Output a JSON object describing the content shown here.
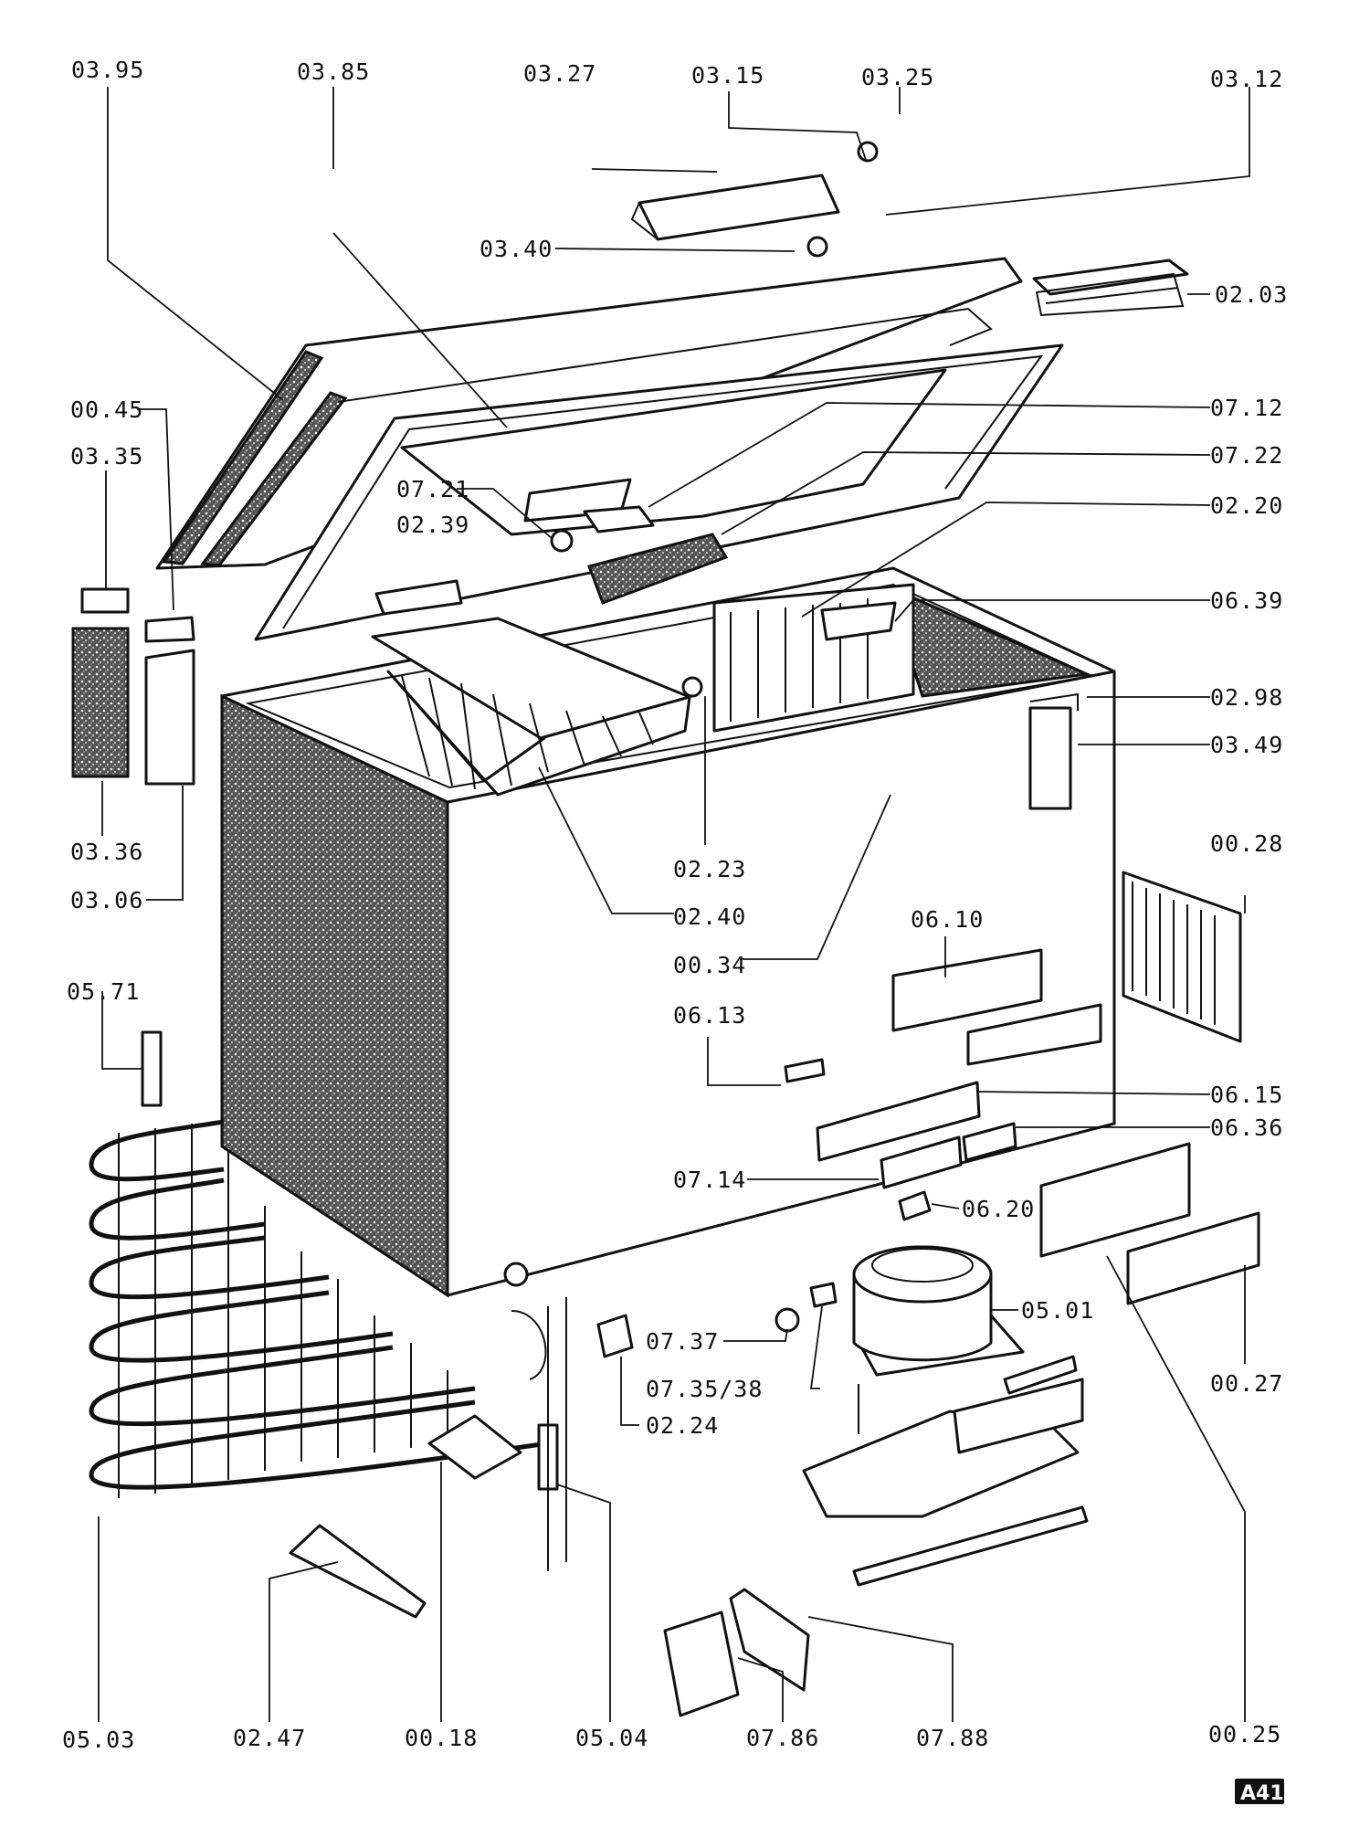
{
  "diagram_badge": "A41",
  "labels": {
    "p0395": "03.95",
    "p0385": "03.85",
    "p0327": "03.27",
    "p0315": "03.15",
    "p0325": "03.25",
    "p0312": "03.12",
    "p0340": "03.40",
    "p0203": "02.03",
    "p0045": "00.45",
    "p0335": "03.35",
    "p0712": "07.12",
    "p0722": "07.22",
    "p0721": "07.21",
    "p0239": "02.39",
    "p0220": "02.20",
    "p0639": "06.39",
    "p0298": "02.98",
    "p0349": "03.49",
    "p0336": "03.36",
    "p0306": "03.06",
    "p0223": "02.23",
    "p0028": "00.28",
    "p0240": "02.40",
    "p0034": "00.34",
    "p0610": "06.10",
    "p0571": "05.71",
    "p0613": "06.13",
    "p0615": "06.15",
    "p0636": "06.36",
    "p0714": "07.14",
    "p0620": "06.20",
    "p0501": "05.01",
    "p0737": "07.37",
    "p0735": "07.35/38",
    "p0027": "00.27",
    "p0224": "02.24",
    "p0503": "05.03",
    "p0247": "02.47",
    "p0018": "00.18",
    "p0504": "05.04",
    "p0786": "07.86",
    "p0788": "07.88",
    "p0025": "00.25"
  }
}
